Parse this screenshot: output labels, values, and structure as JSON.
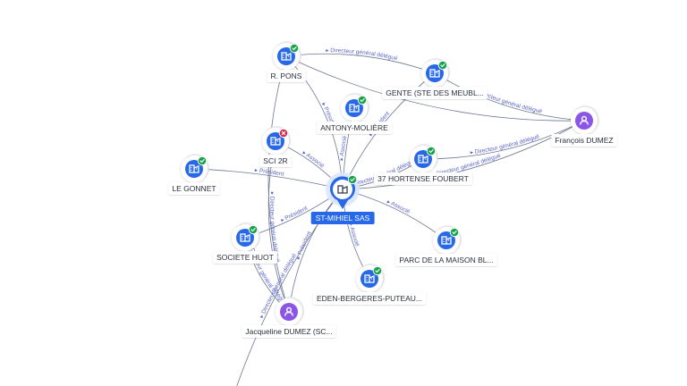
{
  "colors": {
    "company": "#2768e8",
    "person": "#8b55e6",
    "active_badge": "#17a34a",
    "closed_badge": "#d6294b",
    "edge": "#6f7890",
    "edge_label": "#5a64c8"
  },
  "central_node": {
    "id": "stmihiel",
    "label": "ST-MIHIEL SAS",
    "icon": "building-icon",
    "badge": "active"
  },
  "nodes": [
    {
      "id": "rpons",
      "label": "R. PONS",
      "type": "company",
      "icon": "building-icon",
      "badge": "active"
    },
    {
      "id": "gente",
      "label": "GENTE (STE DES MEUBL...",
      "type": "company",
      "icon": "building-icon",
      "badge": "active"
    },
    {
      "id": "antony",
      "label": "ANTONY-MOLIÈRE",
      "type": "company",
      "icon": "building-icon",
      "badge": "active"
    },
    {
      "id": "sci2r",
      "label": "SCI 2R",
      "type": "company",
      "icon": "building-icon",
      "badge": "closed"
    },
    {
      "id": "hortense",
      "label": "37 HORTENSE FOUBERT",
      "type": "company",
      "icon": "building-icon",
      "badge": "active"
    },
    {
      "id": "gonnet",
      "label": "LE GONNET",
      "type": "company",
      "icon": "building-icon",
      "badge": "active"
    },
    {
      "id": "huot",
      "label": "SOCIETE HUOT",
      "type": "company",
      "icon": "building-icon",
      "badge": "active"
    },
    {
      "id": "parc",
      "label": "PARC DE LA MAISON BL...",
      "type": "company",
      "icon": "building-icon",
      "badge": "active"
    },
    {
      "id": "eden",
      "label": "EDEN-BERGERES-PUTEAU...",
      "type": "company",
      "icon": "building-icon",
      "badge": "active"
    },
    {
      "id": "francois",
      "label": "François DUMEZ",
      "type": "person",
      "icon": "person-icon",
      "badge": "none"
    },
    {
      "id": "jacqueline",
      "label": "Jacqueline DUMEZ (SC...",
      "type": "person",
      "icon": "person-icon",
      "badge": "none"
    }
  ],
  "edges": [
    {
      "from": "stmihiel",
      "to": "rpons",
      "label": "Président"
    },
    {
      "from": "stmihiel",
      "to": "sci2r",
      "label": "Associé"
    },
    {
      "from": "stmihiel",
      "to": "antony",
      "label": "Associé"
    },
    {
      "from": "stmihiel",
      "to": "gente",
      "label": "Président"
    },
    {
      "from": "stmihiel",
      "to": "gonnet",
      "label": "Président"
    },
    {
      "from": "stmihiel",
      "to": "huot",
      "label": "Président"
    },
    {
      "from": "stmihiel",
      "to": "hortense",
      "label": "Directeur général délégué"
    },
    {
      "from": "stmihiel",
      "to": "parc",
      "label": "Associé"
    },
    {
      "from": "stmihiel",
      "to": "eden",
      "label": "Associé"
    },
    {
      "from": "stmihiel",
      "to": "francois",
      "label": "Directeur général délégué"
    },
    {
      "from": "stmihiel",
      "to": "jacqueline",
      "label": "Président"
    },
    {
      "from": "rpons",
      "to": "gente",
      "label": "Directeur général délégué"
    },
    {
      "from": "gente",
      "to": "francois",
      "label": "Directeur général délégué"
    },
    {
      "from": "rpons",
      "to": "francois",
      "label": ""
    },
    {
      "from": "hortense",
      "to": "francois",
      "label": "Directeur général délégué"
    },
    {
      "from": "huot",
      "to": "jacqueline",
      "label": "Directeur général délégué"
    },
    {
      "from": "rpons",
      "to": "jacqueline",
      "label": ""
    },
    {
      "from": "sci2r",
      "to": "jacqueline",
      "label": "Directeur général délégué"
    },
    {
      "from": "stmihiel",
      "to": "offscreen",
      "label": "Directeur général délégué"
    }
  ]
}
